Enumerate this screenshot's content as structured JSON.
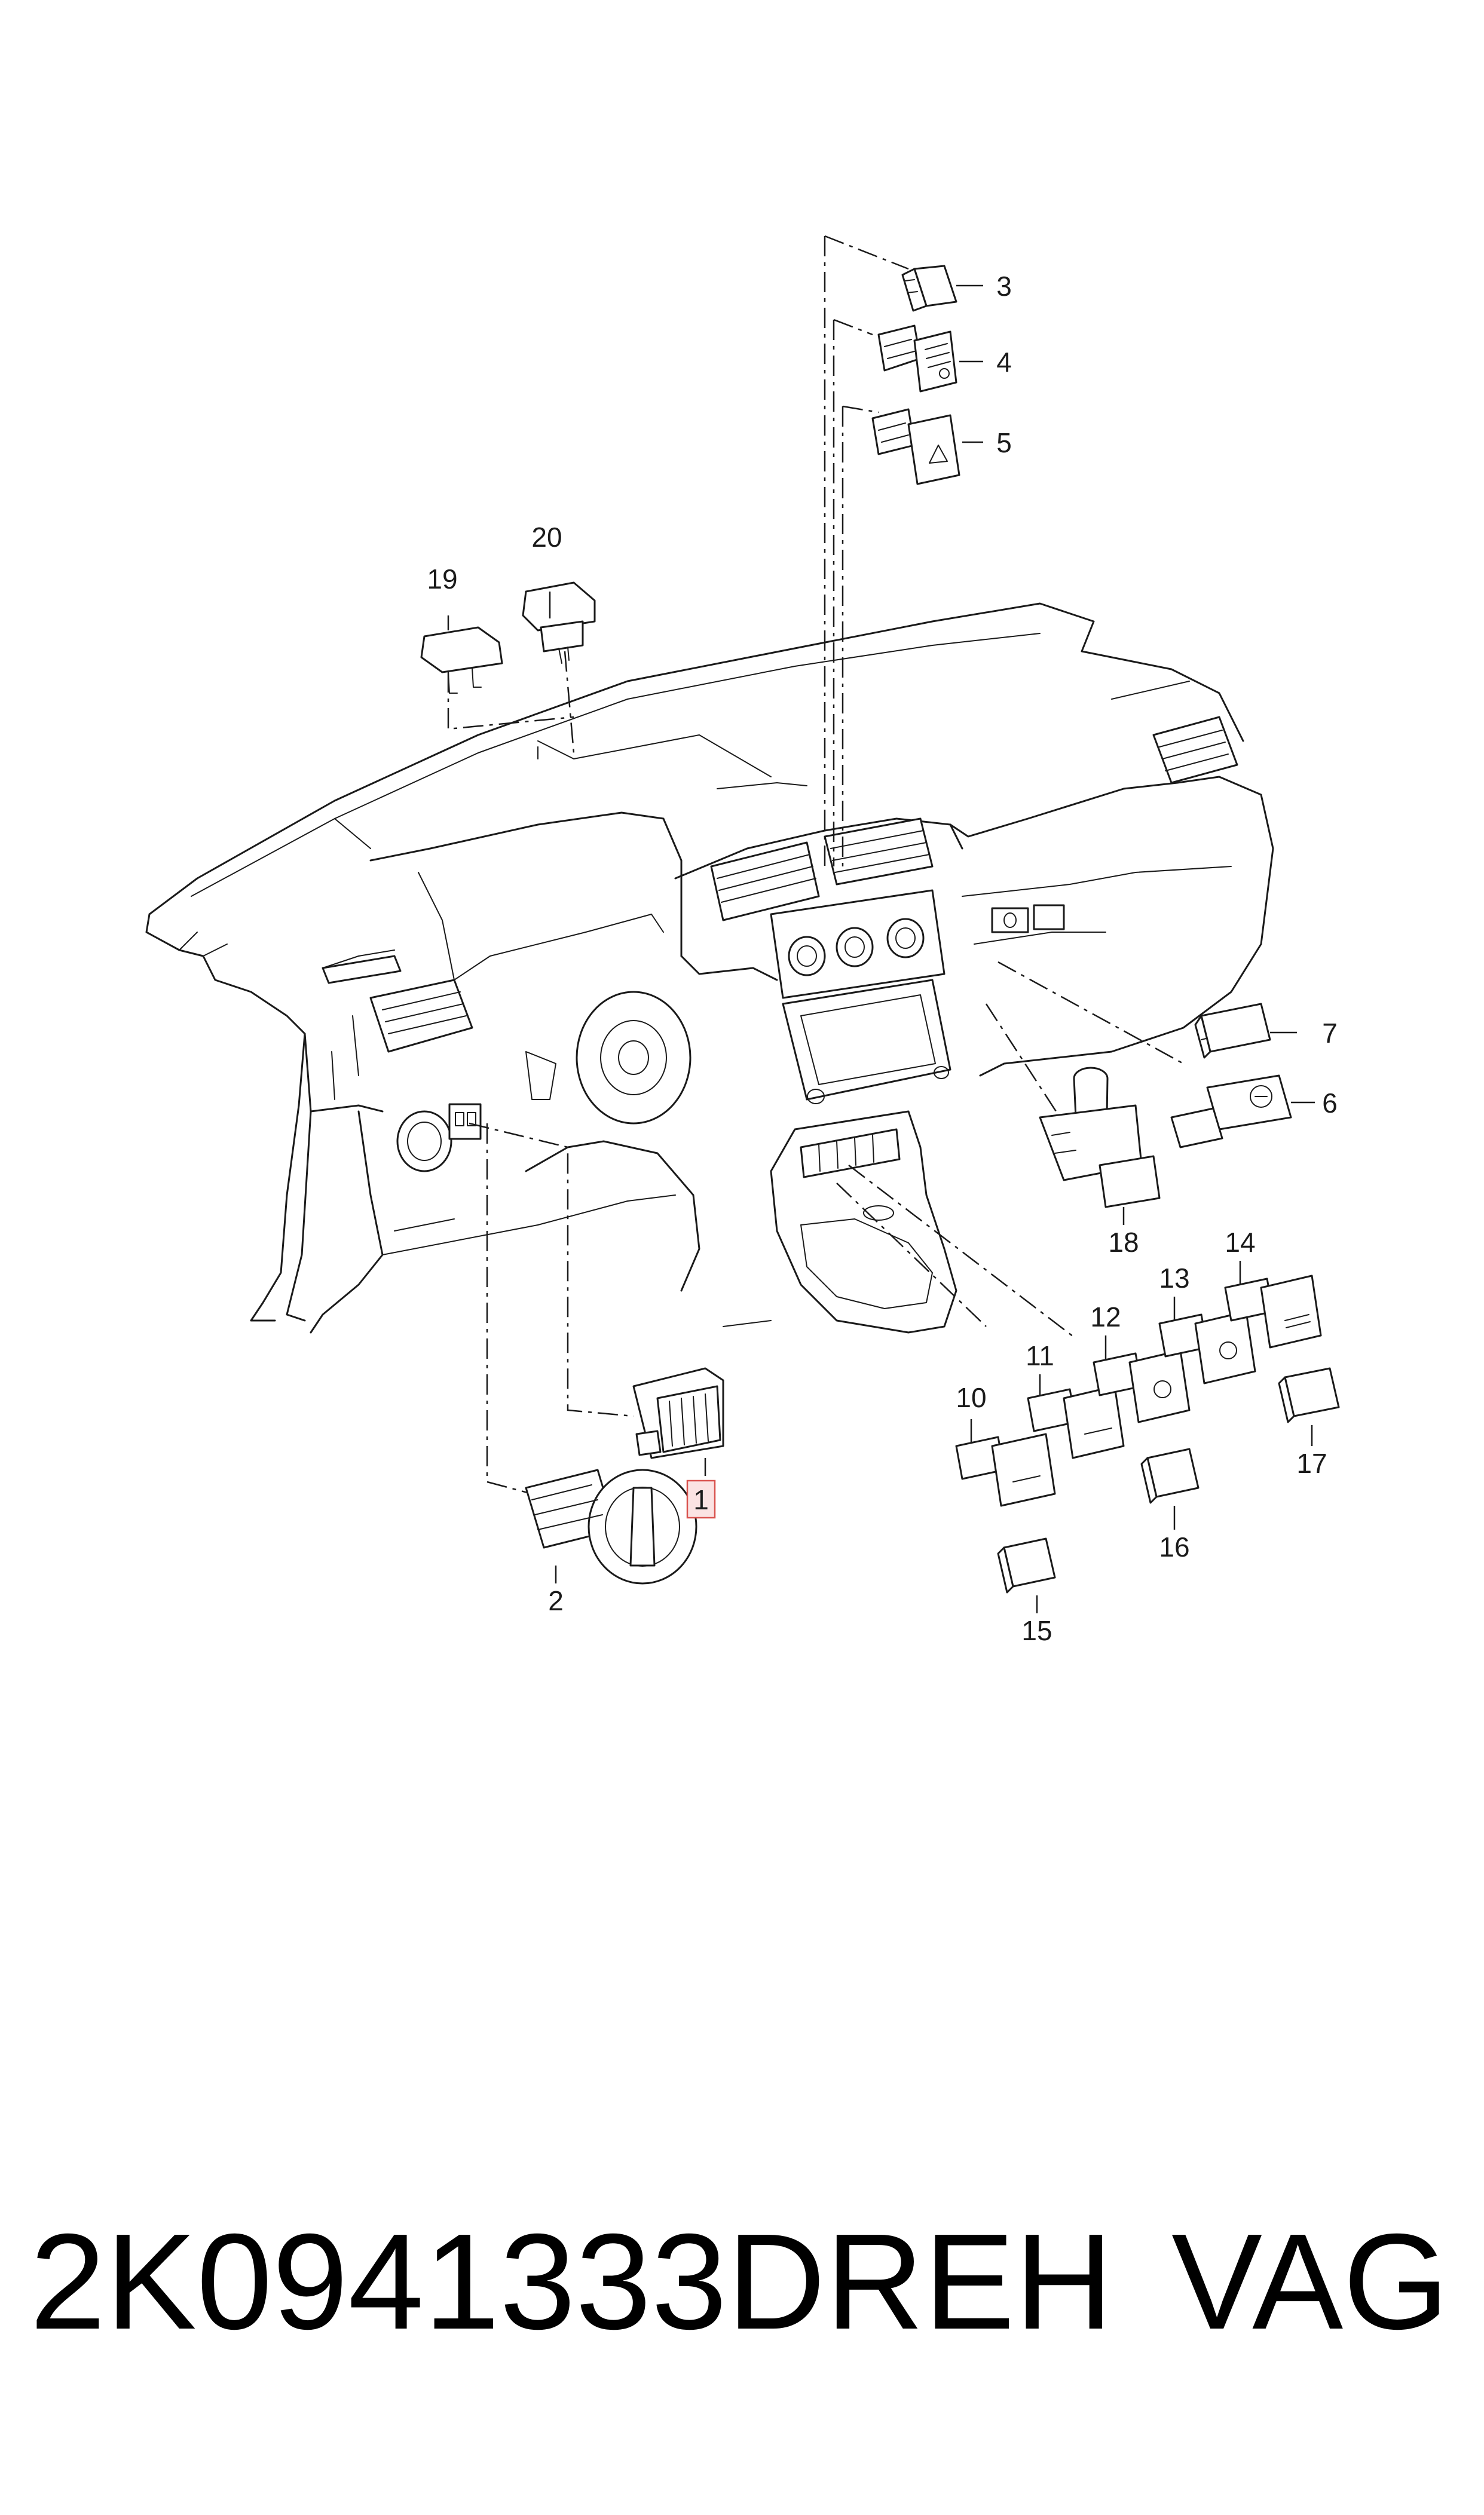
{
  "diagram": {
    "callouts": {
      "c1": "1",
      "c2": "2",
      "c3": "3",
      "c4": "4",
      "c5": "5",
      "c6": "6",
      "c7": "7",
      "c10": "10",
      "c11": "11",
      "c12": "12",
      "c13": "13",
      "c14": "14",
      "c15": "15",
      "c16": "16",
      "c17": "17",
      "c18": "18",
      "c19": "19",
      "c20": "20"
    },
    "highlighted_callout": "1",
    "highlight_color": "#d9534f"
  },
  "footer": {
    "part_number": "2K0941333DREH",
    "brand": "VAG"
  }
}
